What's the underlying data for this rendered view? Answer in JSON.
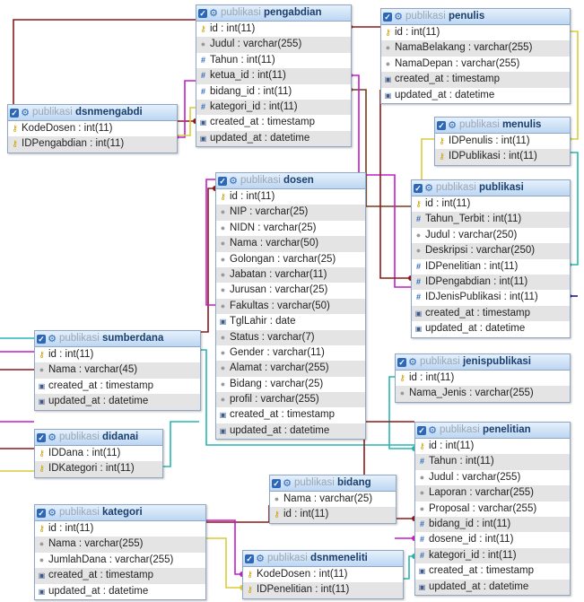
{
  "tables": [
    {
      "id": "pengabdian",
      "db": "publikasi",
      "name": "pengabdian",
      "columns": [
        {
          "text": "id : int(11)",
          "icon": "key-icon"
        },
        {
          "text": "Judul : varchar(255)",
          "icon": "column-icon"
        },
        {
          "text": "Tahun : int(11)",
          "icon": "index-icon"
        },
        {
          "text": "ketua_id : int(11)",
          "icon": "index-icon"
        },
        {
          "text": "bidang_id : int(11)",
          "icon": "index-icon"
        },
        {
          "text": "kategori_id : int(11)",
          "icon": "index-icon"
        },
        {
          "text": "created_at : timestamp",
          "icon": "datetime-icon"
        },
        {
          "text": "updated_at : datetime",
          "icon": "datetime-icon"
        }
      ]
    },
    {
      "id": "penulis",
      "db": "publikasi",
      "name": "penulis",
      "columns": [
        {
          "text": "id : int(11)",
          "icon": "key-icon"
        },
        {
          "text": "NamaBelakang : varchar(255)",
          "icon": "column-icon"
        },
        {
          "text": "NamaDepan : varchar(255)",
          "icon": "column-icon"
        },
        {
          "text": "created_at : timestamp",
          "icon": "datetime-icon"
        },
        {
          "text": "updated_at : datetime",
          "icon": "datetime-icon"
        }
      ]
    },
    {
      "id": "dsnmengabdi",
      "db": "publikasi",
      "name": "dsnmengabdi",
      "columns": [
        {
          "text": "KodeDosen : int(11)",
          "icon": "key-icon"
        },
        {
          "text": "IDPengabdian : int(11)",
          "icon": "key-icon"
        }
      ]
    },
    {
      "id": "menulis",
      "db": "publikasi",
      "name": "menulis",
      "columns": [
        {
          "text": "IDPenulis : int(11)",
          "icon": "key-icon"
        },
        {
          "text": "IDPublikasi : int(11)",
          "icon": "key-icon"
        }
      ]
    },
    {
      "id": "dosen",
      "db": "publikasi",
      "name": "dosen",
      "columns": [
        {
          "text": "id : int(11)",
          "icon": "key-icon"
        },
        {
          "text": "NIP : varchar(25)",
          "icon": "column-icon"
        },
        {
          "text": "NIDN : varchar(25)",
          "icon": "column-icon"
        },
        {
          "text": "Nama : varchar(50)",
          "icon": "column-icon"
        },
        {
          "text": "Golongan : varchar(25)",
          "icon": "column-icon"
        },
        {
          "text": "Jabatan : varchar(11)",
          "icon": "column-icon"
        },
        {
          "text": "Jurusan : varchar(25)",
          "icon": "column-icon"
        },
        {
          "text": "Fakultas : varchar(50)",
          "icon": "column-icon"
        },
        {
          "text": "TglLahir : date",
          "icon": "datetime-icon"
        },
        {
          "text": "Status : varchar(7)",
          "icon": "column-icon"
        },
        {
          "text": "Gender : varchar(11)",
          "icon": "column-icon"
        },
        {
          "text": "Alamat : varchar(255)",
          "icon": "column-icon"
        },
        {
          "text": "Bidang : varchar(25)",
          "icon": "column-icon"
        },
        {
          "text": "profil : varchar(255)",
          "icon": "column-icon"
        },
        {
          "text": "created_at : timestamp",
          "icon": "datetime-icon"
        },
        {
          "text": "updated_at : datetime",
          "icon": "datetime-icon"
        }
      ]
    },
    {
      "id": "publikasi",
      "db": "publikasi",
      "name": "publikasi",
      "columns": [
        {
          "text": "id : int(11)",
          "icon": "key-icon"
        },
        {
          "text": "Tahun_Terbit : int(11)",
          "icon": "index-icon"
        },
        {
          "text": "Judul : varchar(250)",
          "icon": "column-icon"
        },
        {
          "text": "Deskripsi : varchar(250)",
          "icon": "column-icon"
        },
        {
          "text": "IDPenelitian : int(11)",
          "icon": "index-icon"
        },
        {
          "text": "IDPengabdian : int(11)",
          "icon": "index-icon"
        },
        {
          "text": "IDJenisPublikasi : int(11)",
          "icon": "index-icon"
        },
        {
          "text": "created_at : timestamp",
          "icon": "datetime-icon"
        },
        {
          "text": "updated_at : datetime",
          "icon": "datetime-icon"
        }
      ]
    },
    {
      "id": "sumberdana",
      "db": "publikasi",
      "name": "sumberdana",
      "columns": [
        {
          "text": "id : int(11)",
          "icon": "key-icon"
        },
        {
          "text": "Nama : varchar(45)",
          "icon": "column-icon"
        },
        {
          "text": "created_at : timestamp",
          "icon": "datetime-icon"
        },
        {
          "text": "updated_at : datetime",
          "icon": "datetime-icon"
        }
      ]
    },
    {
      "id": "jenispublikasi",
      "db": "publikasi",
      "name": "jenispublikasi",
      "columns": [
        {
          "text": "id : int(11)",
          "icon": "key-icon"
        },
        {
          "text": "Nama_Jenis : varchar(255)",
          "icon": "column-icon"
        }
      ]
    },
    {
      "id": "didanai",
      "db": "publikasi",
      "name": "didanai",
      "columns": [
        {
          "text": "IDDana : int(11)",
          "icon": "key-icon"
        },
        {
          "text": "IDKategori : int(11)",
          "icon": "key-icon"
        }
      ]
    },
    {
      "id": "penelitian",
      "db": "publikasi",
      "name": "penelitian",
      "columns": [
        {
          "text": "id : int(11)",
          "icon": "key-icon"
        },
        {
          "text": "Tahun : int(11)",
          "icon": "index-icon"
        },
        {
          "text": "Judul : varchar(255)",
          "icon": "column-icon"
        },
        {
          "text": "Laporan : varchar(255)",
          "icon": "column-icon"
        },
        {
          "text": "Proposal : varchar(255)",
          "icon": "column-icon"
        },
        {
          "text": "bidang_id : int(11)",
          "icon": "index-icon"
        },
        {
          "text": "dosene_id : int(11)",
          "icon": "index-icon"
        },
        {
          "text": "kategori_id : int(11)",
          "icon": "index-icon"
        },
        {
          "text": "created_at : timestamp",
          "icon": "datetime-icon"
        },
        {
          "text": "updated_at : datetime",
          "icon": "datetime-icon"
        }
      ]
    },
    {
      "id": "bidang",
      "db": "publikasi",
      "name": "bidang",
      "columns": [
        {
          "text": "Nama : varchar(25)",
          "icon": "column-icon"
        },
        {
          "text": "id : int(11)",
          "icon": "key-icon"
        }
      ]
    },
    {
      "id": "kategori",
      "db": "publikasi",
      "name": "kategori",
      "columns": [
        {
          "text": "id : int(11)",
          "icon": "key-icon"
        },
        {
          "text": "Nama : varchar(255)",
          "icon": "column-icon"
        },
        {
          "text": "JumlahDana : varchar(255)",
          "icon": "column-icon"
        },
        {
          "text": "created_at : timestamp",
          "icon": "datetime-icon"
        },
        {
          "text": "updated_at : datetime",
          "icon": "datetime-icon"
        }
      ]
    },
    {
      "id": "dsnmeneliti",
      "db": "publikasi",
      "name": "dsnmeneliti",
      "columns": [
        {
          "text": "KodeDosen : int(11)",
          "icon": "key-icon"
        },
        {
          "text": "IDPenelitian : int(11)",
          "icon": "key-icon"
        }
      ]
    }
  ],
  "relation_colors": {
    "dark_red": "#8b1a1a",
    "magenta": "#c21ec8",
    "yellow": "#d9cc3a",
    "teal": "#2ab5b0",
    "navy": "#1a1a8b",
    "brown": "#7a3b1a"
  }
}
